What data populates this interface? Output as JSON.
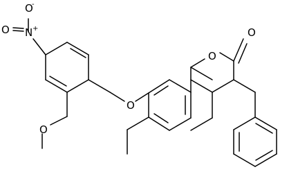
{
  "molecule": {
    "atom_labels": {
      "nitro_n": "N",
      "nitro_n_charge": "+",
      "nitro_o_top": "O",
      "nitro_o_top_charge": "-",
      "nitro_o_left": "O",
      "methoxy_o": "O",
      "ether_o": "O",
      "ring_o": "O",
      "carbonyl_o": "O"
    }
  }
}
